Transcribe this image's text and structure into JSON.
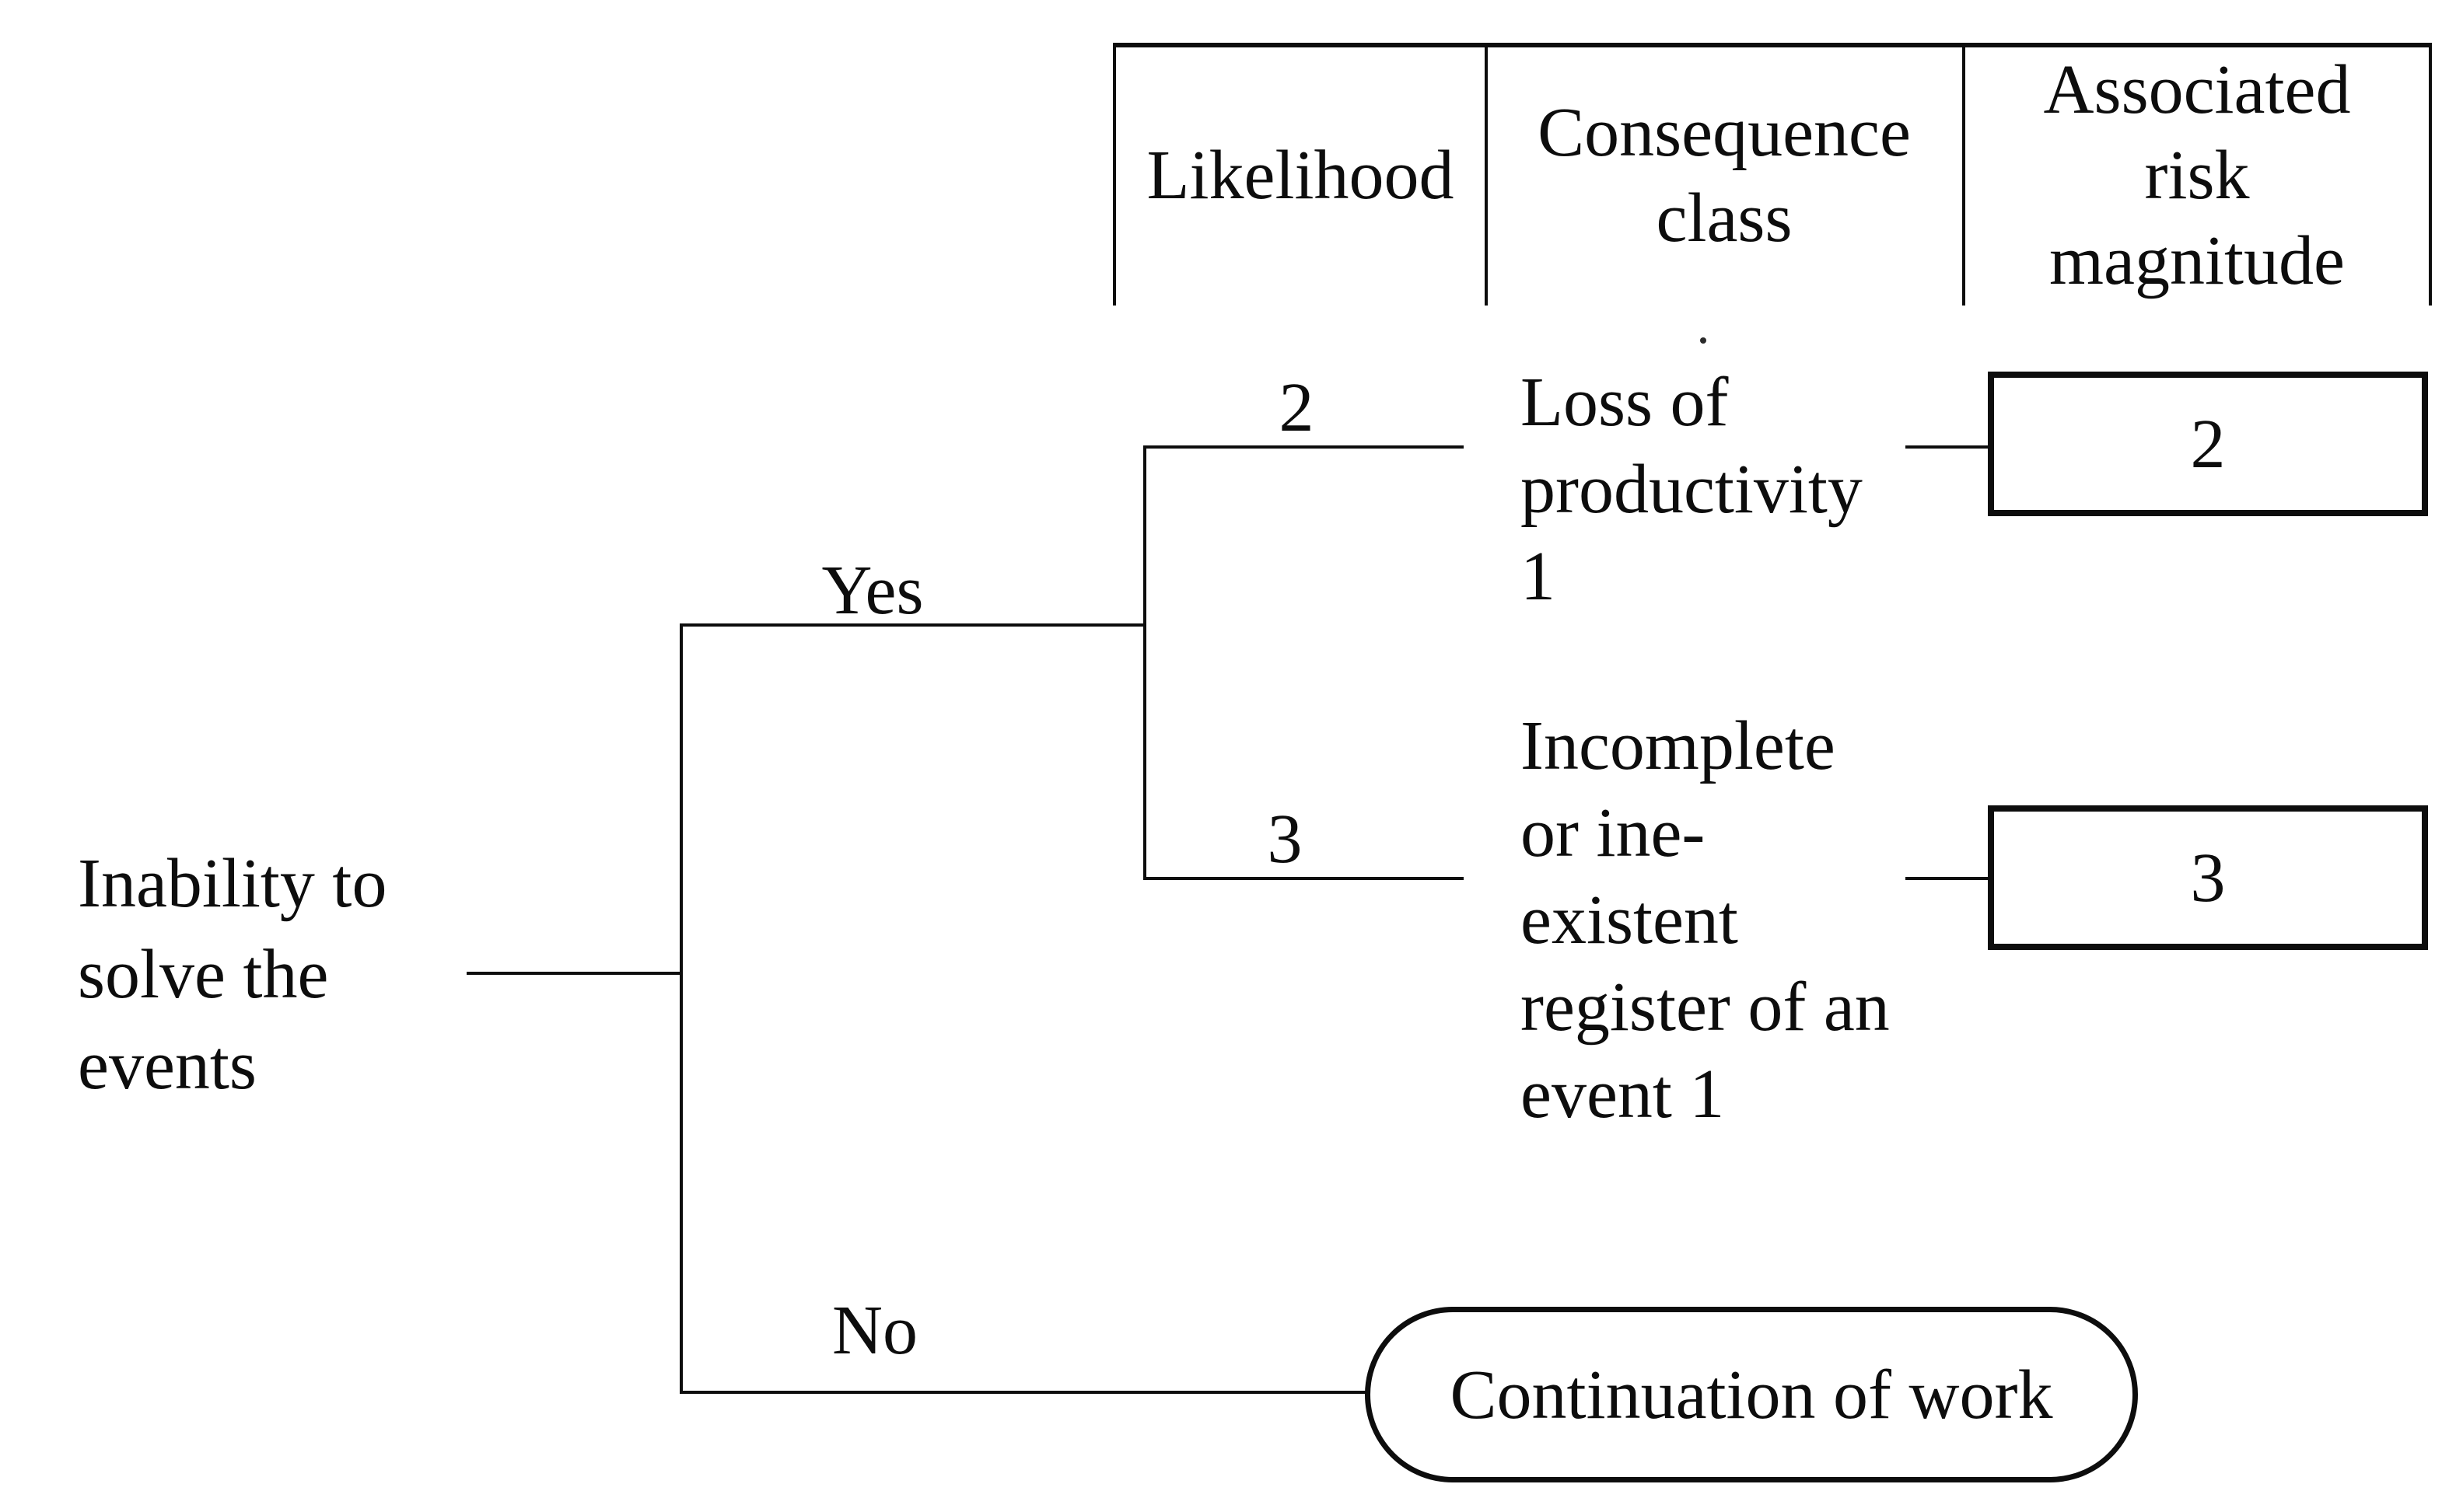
{
  "header": {
    "columns": [
      {
        "id": "likelihood",
        "lines": [
          "Likelihood"
        ]
      },
      {
        "id": "consequence-class",
        "lines": [
          "Consequence",
          "class"
        ]
      },
      {
        "id": "associated-risk-magnitude",
        "lines": [
          "Associated",
          "risk",
          "magnitude"
        ]
      }
    ]
  },
  "tree": {
    "root": {
      "lines": [
        "Inability to",
        "solve the",
        "events"
      ]
    },
    "yes_branch": {
      "label": "Yes",
      "outcomes": [
        {
          "likelihood": "2",
          "consequence_lines": [
            "Loss of",
            "productivity",
            "1"
          ],
          "risk_magnitude": "2"
        },
        {
          "likelihood": "3",
          "consequence_lines": [
            "Incomplete",
            "or ine-",
            "existent",
            "register of an",
            "event 1"
          ],
          "risk_magnitude": "3"
        }
      ]
    },
    "no_branch": {
      "label": "No",
      "terminal_label": "Continuation of work"
    }
  },
  "colors": {
    "ink": "#0d0d0d",
    "background": "#ffffff"
  }
}
